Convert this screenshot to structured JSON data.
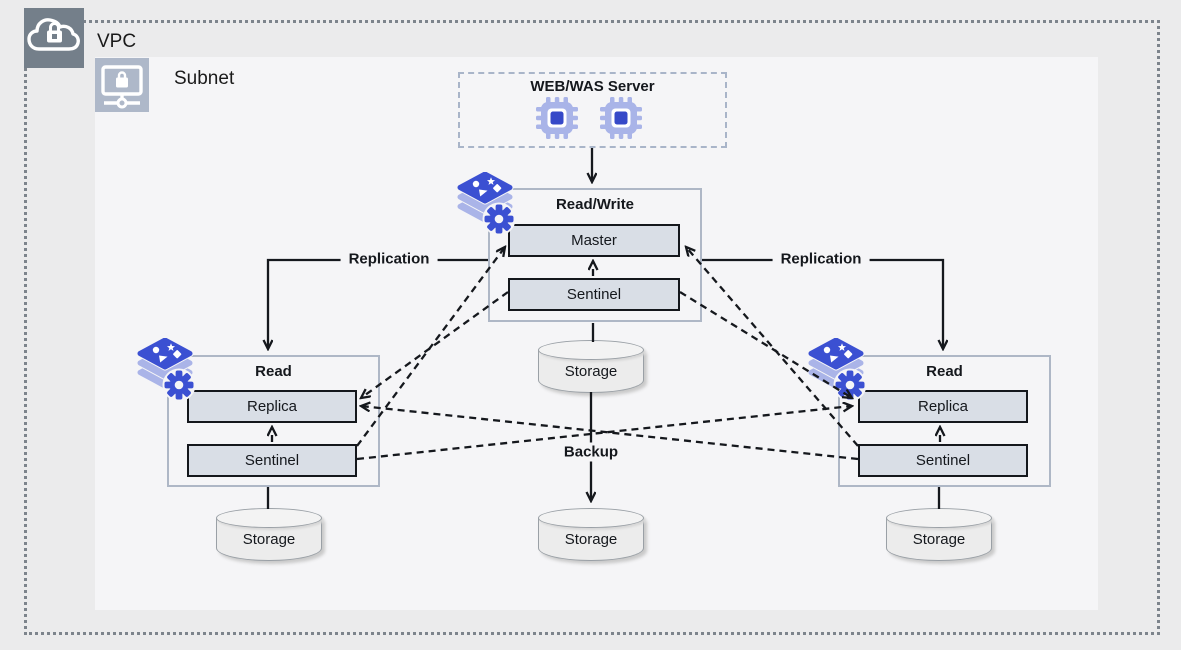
{
  "vpc": {
    "label": "VPC"
  },
  "subnet": {
    "label": "Subnet"
  },
  "web_server": {
    "title": "WEB/WAS Server"
  },
  "read_write_group": {
    "title": "Read/Write",
    "master": "Master",
    "sentinel": "Sentinel"
  },
  "read_group_left": {
    "title": "Read",
    "replica": "Replica",
    "sentinel": "Sentinel"
  },
  "read_group_right": {
    "title": "Read",
    "replica": "Replica",
    "sentinel": "Sentinel"
  },
  "storage": {
    "top": "Storage",
    "bottom": "Storage",
    "left": "Storage",
    "right": "Storage"
  },
  "edge_labels": {
    "replication_left": "Replication",
    "replication_right": "Replication",
    "backup": "Backup"
  },
  "colors": {
    "outer_bg": "#ebebec",
    "subnet_bg": "#f5f5f7",
    "vpc_border": "#7d848c",
    "group_border": "#aeb7c6",
    "node_fill": "#d9dee6",
    "node_border": "#14171c",
    "accent_blue": "#3b50d2",
    "icon_periwinkle": "#aab4e8",
    "vpc_tile": "#747f8a",
    "subnet_tile": "#aeb8c9",
    "line": "#15181d"
  }
}
